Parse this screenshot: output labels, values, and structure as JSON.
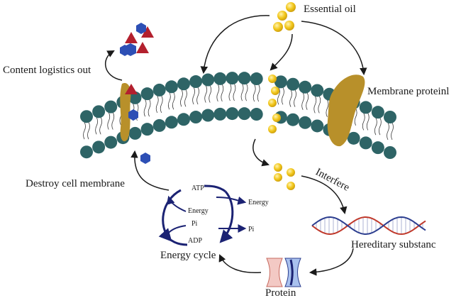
{
  "labels": {
    "essential_oil": "Essential oil",
    "content_out": "Content logistics out",
    "membrane_protein": "Membrane proteinl",
    "destroy_membrane": "Destroy cell membrane",
    "interfere": "Interfere",
    "hereditary": "Hereditary substanc",
    "protein": "Protein",
    "energy_cycle": "Energy cycle",
    "atp": "ATP",
    "adp": "ADP",
    "energy_in": "Energy",
    "pi_in": "Pi",
    "energy_out": "Energy",
    "pi_out": "Pi"
  },
  "colors": {
    "lipid_head": "#2e6466",
    "lipid_tail": "#3a3a3a",
    "oil_drop": "#f2c71b",
    "protein": "#b8902a",
    "triangle": "#b3202e",
    "hexagon": "#2d4fb5",
    "cycle_arrow": "#1b2273",
    "dna_red": "#c0392b",
    "dna_blue": "#2c3e8f"
  },
  "icons": {
    "oil": "yellow-sphere-icon",
    "content": "triangle-hexagon-molecules-icon",
    "dna": "dna-helix-icon",
    "channel": "protein-channel-icon"
  }
}
